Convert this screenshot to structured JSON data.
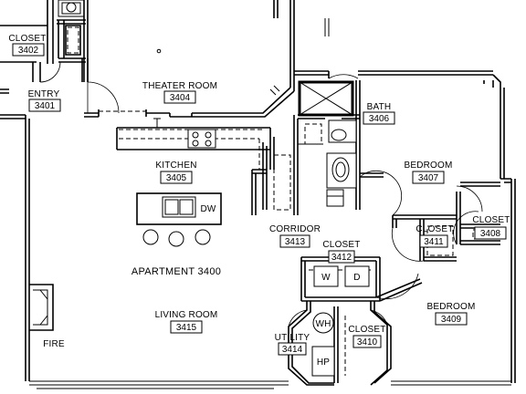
{
  "plan": {
    "apartment": "APARTMENT 3400",
    "rooms": [
      {
        "key": "closet_3402",
        "name": "CLOSET",
        "number": "3402"
      },
      {
        "key": "entry",
        "name": "ENTRY",
        "number": "3401"
      },
      {
        "key": "theater",
        "name": "THEATER ROOM",
        "number": "3404"
      },
      {
        "key": "bath",
        "name": "BATH",
        "number": "3406"
      },
      {
        "key": "kitchen",
        "name": "KITCHEN",
        "number": "3405"
      },
      {
        "key": "bedroom_3407",
        "name": "BEDROOM",
        "number": "3407"
      },
      {
        "key": "closet_3411",
        "name": "CLOSET",
        "number": "3411"
      },
      {
        "key": "closet_3408",
        "name": "CLOSET",
        "number": "3408"
      },
      {
        "key": "corridor",
        "name": "CORRIDOR",
        "number": "3413"
      },
      {
        "key": "closet_3412",
        "name": "CLOSET",
        "number": "3412"
      },
      {
        "key": "bedroom_3409",
        "name": "BEDROOM",
        "number": "3409"
      },
      {
        "key": "living",
        "name": "LIVING ROOM",
        "number": "3415"
      },
      {
        "key": "utility",
        "name": "UTILITY",
        "number": "3414"
      },
      {
        "key": "closet_3410",
        "name": "CLOSET",
        "number": "3410"
      }
    ],
    "fire_label": "FIRE",
    "fixtures": {
      "dishwasher": "DW",
      "washer": "W",
      "dryer": "D",
      "water_heater": "WH",
      "heat_pump": "HP"
    }
  }
}
